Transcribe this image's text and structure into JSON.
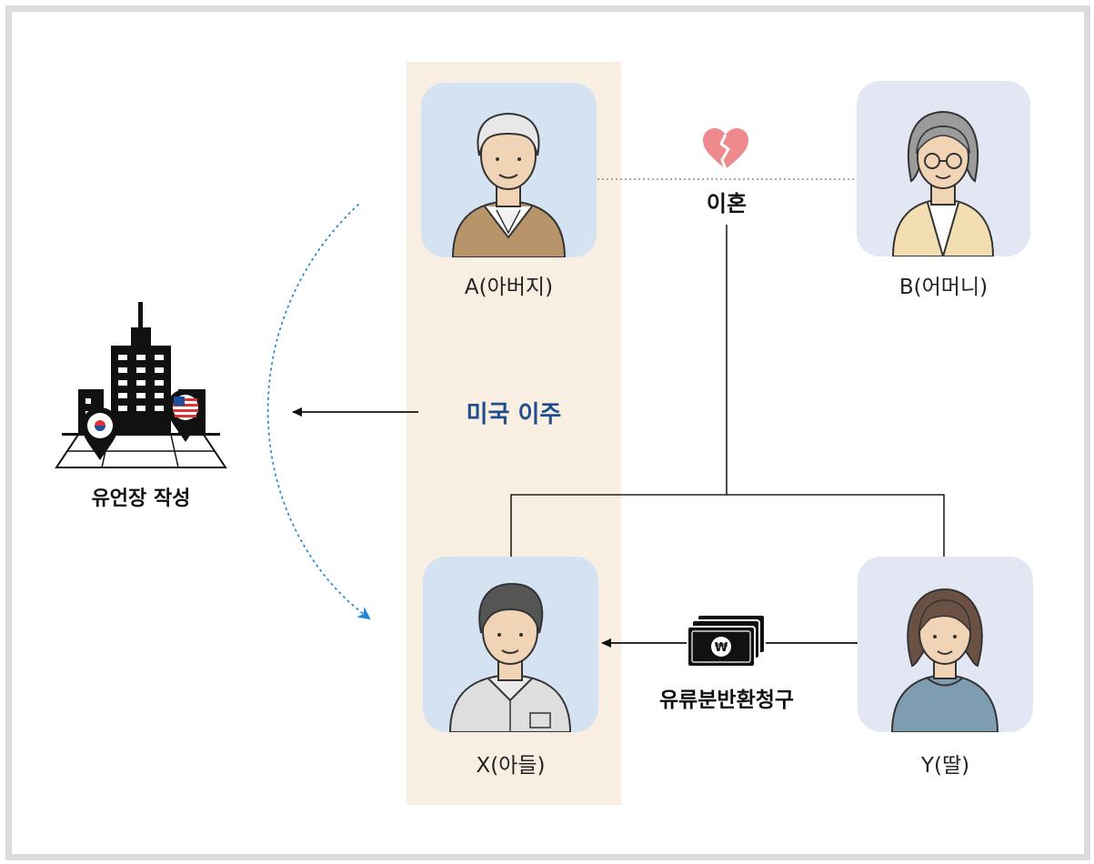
{
  "people": {
    "father": {
      "label": "A(아버지)"
    },
    "mother": {
      "label": "B(어머니)"
    },
    "son": {
      "label": "X(아들)"
    },
    "daughter": {
      "label": "Y(딸)"
    }
  },
  "relations": {
    "divorce": "이혼",
    "emigration": "미국 이주",
    "will": "유언장 작성",
    "claim": "유류분반환청구"
  },
  "colors": {
    "highlight_column": "#f8efe2",
    "card_blue": "#d4e2f2",
    "card_lavender": "#e3e6f3",
    "emigration_text": "#1f4e8c",
    "dotted_arc": "#2a8ad4",
    "heart": "#ee8a8e"
  },
  "icons": {
    "broken_heart": "broken-heart-icon",
    "money": "won-banknotes-icon",
    "city": "city-with-flag-pins-icon"
  }
}
